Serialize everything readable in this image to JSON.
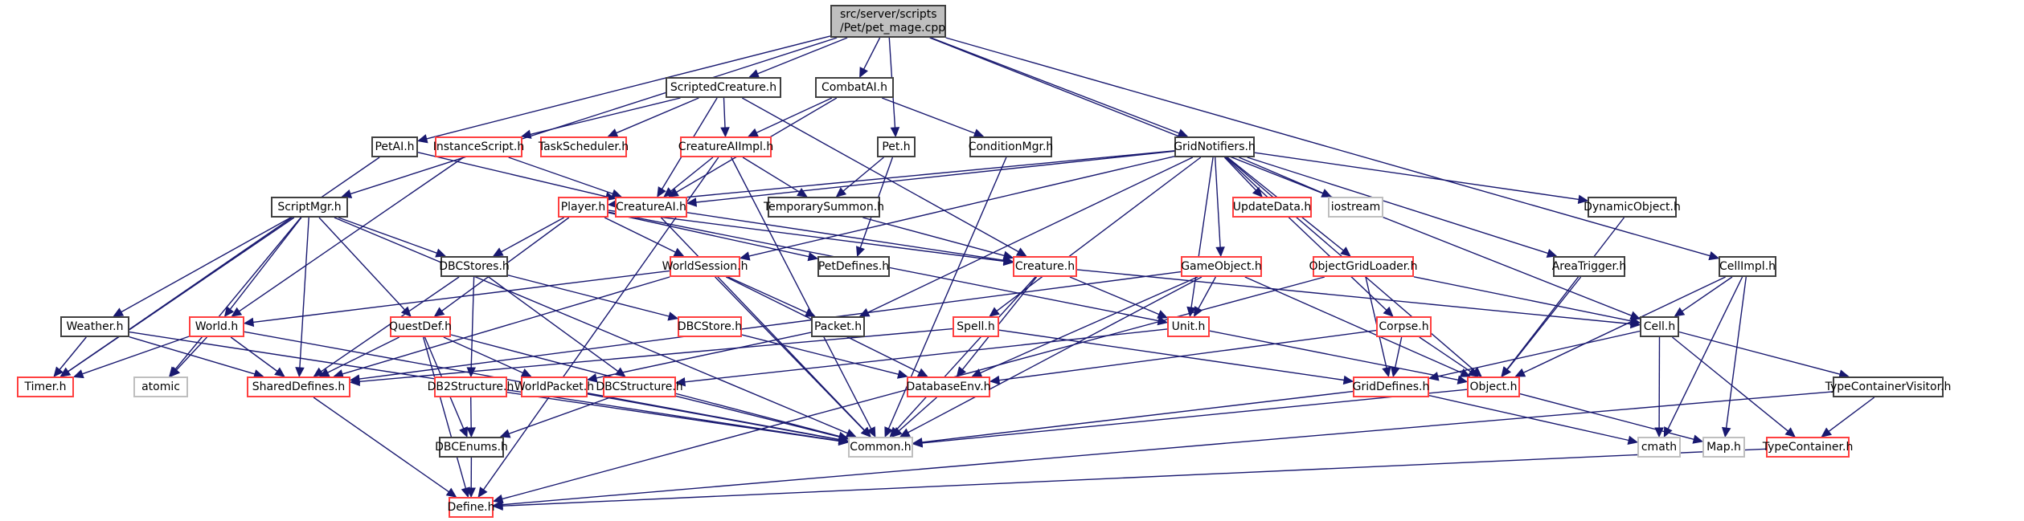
{
  "graph": {
    "title": "Include dependency graph for pet_mage.cpp",
    "colors": {
      "edge": "#191970",
      "root_fill": "#bfbfbf",
      "documented_border": "#404040",
      "undocumented_border": "#ff4040",
      "external_border": "#bfbfbf"
    },
    "root": {
      "id": "root",
      "line1": "src/server/scripts",
      "line2": "/Pet/pet_mage.cpp"
    },
    "nodes": [
      {
        "id": "ScriptedCreature",
        "label": "ScriptedCreature.h",
        "kind": "doc"
      },
      {
        "id": "CombatAI",
        "label": "CombatAI.h",
        "kind": "doc"
      },
      {
        "id": "PetAI",
        "label": "PetAI.h",
        "kind": "doc"
      },
      {
        "id": "InstanceScript",
        "label": "InstanceScript.h",
        "kind": "undoc"
      },
      {
        "id": "TaskScheduler",
        "label": "TaskScheduler.h",
        "kind": "undoc"
      },
      {
        "id": "CreatureAIImpl",
        "label": "CreatureAIImpl.h",
        "kind": "undoc"
      },
      {
        "id": "Pet",
        "label": "Pet.h",
        "kind": "doc"
      },
      {
        "id": "ConditionMgr",
        "label": "ConditionMgr.h",
        "kind": "doc"
      },
      {
        "id": "GridNotifiers",
        "label": "GridNotifiers.h",
        "kind": "doc"
      },
      {
        "id": "ScriptMgr",
        "label": "ScriptMgr.h",
        "kind": "doc"
      },
      {
        "id": "Player",
        "label": "Player.h",
        "kind": "undoc"
      },
      {
        "id": "CreatureAI",
        "label": "CreatureAI.h",
        "kind": "undoc"
      },
      {
        "id": "TemporarySummon",
        "label": "TemporarySummon.h",
        "kind": "doc"
      },
      {
        "id": "UpdateData",
        "label": "UpdateData.h",
        "kind": "undoc"
      },
      {
        "id": "iostream",
        "label": "iostream",
        "kind": "ext"
      },
      {
        "id": "DynamicObject",
        "label": "DynamicObject.h",
        "kind": "doc"
      },
      {
        "id": "DBCStores",
        "label": "DBCStores.h",
        "kind": "doc"
      },
      {
        "id": "WorldSession",
        "label": "WorldSession.h",
        "kind": "undoc"
      },
      {
        "id": "PetDefines",
        "label": "PetDefines.h",
        "kind": "doc"
      },
      {
        "id": "Creature",
        "label": "Creature.h",
        "kind": "undoc"
      },
      {
        "id": "GameObject",
        "label": "GameObject.h",
        "kind": "undoc"
      },
      {
        "id": "ObjectGridLoader",
        "label": "ObjectGridLoader.h",
        "kind": "undoc"
      },
      {
        "id": "AreaTrigger",
        "label": "AreaTrigger.h",
        "kind": "doc"
      },
      {
        "id": "CellImpl",
        "label": "CellImpl.h",
        "kind": "doc"
      },
      {
        "id": "Weather",
        "label": "Weather.h",
        "kind": "doc"
      },
      {
        "id": "World",
        "label": "World.h",
        "kind": "undoc"
      },
      {
        "id": "QuestDef",
        "label": "QuestDef.h",
        "kind": "undoc"
      },
      {
        "id": "DBCStore",
        "label": "DBCStore.h",
        "kind": "undoc"
      },
      {
        "id": "Packet",
        "label": "Packet.h",
        "kind": "doc"
      },
      {
        "id": "Spell",
        "label": "Spell.h",
        "kind": "undoc"
      },
      {
        "id": "Unit",
        "label": "Unit.h",
        "kind": "undoc"
      },
      {
        "id": "Corpse",
        "label": "Corpse.h",
        "kind": "undoc"
      },
      {
        "id": "Cell",
        "label": "Cell.h",
        "kind": "doc"
      },
      {
        "id": "Timer",
        "label": "Timer.h",
        "kind": "undoc"
      },
      {
        "id": "atomic",
        "label": "atomic",
        "kind": "ext"
      },
      {
        "id": "SharedDefines",
        "label": "SharedDefines.h",
        "kind": "undoc"
      },
      {
        "id": "DB2Structure",
        "label": "DB2Structure.h",
        "kind": "undoc"
      },
      {
        "id": "WorldPacket",
        "label": "WorldPacket.h",
        "kind": "undoc"
      },
      {
        "id": "DBCStructure",
        "label": "DBCStructure.h",
        "kind": "undoc"
      },
      {
        "id": "DatabaseEnv",
        "label": "DatabaseEnv.h",
        "kind": "undoc"
      },
      {
        "id": "GridDefines",
        "label": "GridDefines.h",
        "kind": "undoc"
      },
      {
        "id": "Object",
        "label": "Object.h",
        "kind": "undoc"
      },
      {
        "id": "TypeContainerVisitor",
        "label": "TypeContainerVisitor.h",
        "kind": "doc"
      },
      {
        "id": "DBCEnums",
        "label": "DBCEnums.h",
        "kind": "doc"
      },
      {
        "id": "Common",
        "label": "Common.h",
        "kind": "ext"
      },
      {
        "id": "cmath",
        "label": "cmath",
        "kind": "ext"
      },
      {
        "id": "Map",
        "label": "Map.h",
        "kind": "ext"
      },
      {
        "id": "TypeContainer",
        "label": "TypeContainer.h",
        "kind": "undoc"
      },
      {
        "id": "Define",
        "label": "Define.h",
        "kind": "undoc"
      }
    ],
    "edges": [
      [
        "root",
        "ScriptedCreature"
      ],
      [
        "root",
        "CombatAI"
      ],
      [
        "root",
        "PetAI"
      ],
      [
        "root",
        "Pet"
      ],
      [
        "root",
        "GridNotifiers"
      ],
      [
        "root",
        "ScriptMgr"
      ],
      [
        "root",
        "CellImpl"
      ],
      [
        "root",
        "Cell"
      ],
      [
        "ScriptedCreature",
        "InstanceScript"
      ],
      [
        "ScriptedCreature",
        "TaskScheduler"
      ],
      [
        "ScriptedCreature",
        "CreatureAIImpl"
      ],
      [
        "ScriptedCreature",
        "CreatureAI"
      ],
      [
        "ScriptedCreature",
        "Creature"
      ],
      [
        "CombatAI",
        "CreatureAIImpl"
      ],
      [
        "CombatAI",
        "CreatureAI"
      ],
      [
        "CombatAI",
        "ConditionMgr"
      ],
      [
        "PetAI",
        "CreatureAI"
      ],
      [
        "PetAI",
        "Timer"
      ],
      [
        "InstanceScript",
        "CreatureAI"
      ],
      [
        "InstanceScript",
        "World"
      ],
      [
        "CreatureAIImpl",
        "CreatureAI"
      ],
      [
        "CreatureAIImpl",
        "TemporarySummon"
      ],
      [
        "CreatureAIImpl",
        "Define"
      ],
      [
        "CreatureAIImpl",
        "Common"
      ],
      [
        "Pet",
        "TemporarySummon"
      ],
      [
        "Pet",
        "PetDefines"
      ],
      [
        "ConditionMgr",
        "Common"
      ],
      [
        "GridNotifiers",
        "CreatureAI"
      ],
      [
        "GridNotifiers",
        "Player"
      ],
      [
        "GridNotifiers",
        "UpdateData"
      ],
      [
        "GridNotifiers",
        "iostream"
      ],
      [
        "GridNotifiers",
        "DynamicObject"
      ],
      [
        "GridNotifiers",
        "GameObject"
      ],
      [
        "GridNotifiers",
        "ObjectGridLoader"
      ],
      [
        "GridNotifiers",
        "AreaTrigger"
      ],
      [
        "GridNotifiers",
        "Corpse"
      ],
      [
        "GridNotifiers",
        "Unit"
      ],
      [
        "GridNotifiers",
        "Spell"
      ],
      [
        "GridNotifiers",
        "Packet"
      ],
      [
        "GridNotifiers",
        "WorldSession"
      ],
      [
        "GridNotifiers",
        "Object"
      ],
      [
        "ScriptMgr",
        "DBCStores"
      ],
      [
        "ScriptMgr",
        "QuestDef"
      ],
      [
        "ScriptMgr",
        "World"
      ],
      [
        "ScriptMgr",
        "Weather"
      ],
      [
        "ScriptMgr",
        "SharedDefines"
      ],
      [
        "ScriptMgr",
        "atomic"
      ],
      [
        "ScriptMgr",
        "Common"
      ],
      [
        "ScriptMgr",
        "Timer"
      ],
      [
        "Player",
        "DBCStores"
      ],
      [
        "Player",
        "WorldSession"
      ],
      [
        "Player",
        "QuestDef"
      ],
      [
        "Player",
        "PetDefines"
      ],
      [
        "Player",
        "Creature"
      ],
      [
        "Player",
        "Unit"
      ],
      [
        "CreatureAI",
        "Creature"
      ],
      [
        "CreatureAI",
        "Common"
      ],
      [
        "TemporarySummon",
        "Creature"
      ],
      [
        "DynamicObject",
        "Object"
      ],
      [
        "DBCStores",
        "DBCStore"
      ],
      [
        "DBCStores",
        "DB2Structure"
      ],
      [
        "DBCStores",
        "DBCStructure"
      ],
      [
        "DBCStores",
        "SharedDefines"
      ],
      [
        "WorldSession",
        "Packet"
      ],
      [
        "WorldSession",
        "DatabaseEnv"
      ],
      [
        "WorldSession",
        "World"
      ],
      [
        "WorldSession",
        "SharedDefines"
      ],
      [
        "WorldSession",
        "Common"
      ],
      [
        "Creature",
        "Unit"
      ],
      [
        "Creature",
        "DatabaseEnv"
      ],
      [
        "Creature",
        "Cell"
      ],
      [
        "Creature",
        "Common"
      ],
      [
        "GameObject",
        "Unit"
      ],
      [
        "GameObject",
        "Object"
      ],
      [
        "GameObject",
        "SharedDefines"
      ],
      [
        "GameObject",
        "DatabaseEnv"
      ],
      [
        "GameObject",
        "Common"
      ],
      [
        "ObjectGridLoader",
        "GridDefines"
      ],
      [
        "ObjectGridLoader",
        "Cell"
      ],
      [
        "ObjectGridLoader",
        "Define"
      ],
      [
        "AreaTrigger",
        "Object"
      ],
      [
        "CellImpl",
        "Cell"
      ],
      [
        "CellImpl",
        "Object"
      ],
      [
        "CellImpl",
        "cmath"
      ],
      [
        "CellImpl",
        "Map"
      ],
      [
        "Weather",
        "Timer"
      ],
      [
        "Weather",
        "SharedDefines"
      ],
      [
        "Weather",
        "Common"
      ],
      [
        "World",
        "Timer"
      ],
      [
        "World",
        "atomic"
      ],
      [
        "World",
        "SharedDefines"
      ],
      [
        "World",
        "Common"
      ],
      [
        "QuestDef",
        "SharedDefines"
      ],
      [
        "QuestDef",
        "WorldPacket"
      ],
      [
        "QuestDef",
        "DBCEnums"
      ],
      [
        "QuestDef",
        "Define"
      ],
      [
        "QuestDef",
        "Common"
      ],
      [
        "DBCStore",
        "DatabaseEnv"
      ],
      [
        "Packet",
        "WorldPacket"
      ],
      [
        "Spell",
        "SharedDefines"
      ],
      [
        "Spell",
        "GridDefines"
      ],
      [
        "Unit",
        "Object"
      ],
      [
        "Unit",
        "DBCStructure"
      ],
      [
        "Corpse",
        "GridDefines"
      ],
      [
        "Corpse",
        "Object"
      ],
      [
        "Corpse",
        "DatabaseEnv"
      ],
      [
        "Cell",
        "GridDefines"
      ],
      [
        "Cell",
        "TypeContainerVisitor"
      ],
      [
        "Cell",
        "TypeContainer"
      ],
      [
        "Cell",
        "cmath"
      ],
      [
        "SharedDefines",
        "Define"
      ],
      [
        "DB2Structure",
        "DBCEnums"
      ],
      [
        "DB2Structure",
        "Common"
      ],
      [
        "WorldPacket",
        "Common"
      ],
      [
        "DBCStructure",
        "DBCEnums"
      ],
      [
        "DBCStructure",
        "Common"
      ],
      [
        "DatabaseEnv",
        "Common"
      ],
      [
        "GridDefines",
        "Common"
      ],
      [
        "GridDefines",
        "cmath"
      ],
      [
        "Object",
        "Common"
      ],
      [
        "Object",
        "Map"
      ],
      [
        "TypeContainerVisitor",
        "TypeContainer"
      ],
      [
        "TypeContainerVisitor",
        "Define"
      ],
      [
        "DBCEnums",
        "Define"
      ],
      [
        "TypeContainer",
        "Define"
      ]
    ]
  }
}
